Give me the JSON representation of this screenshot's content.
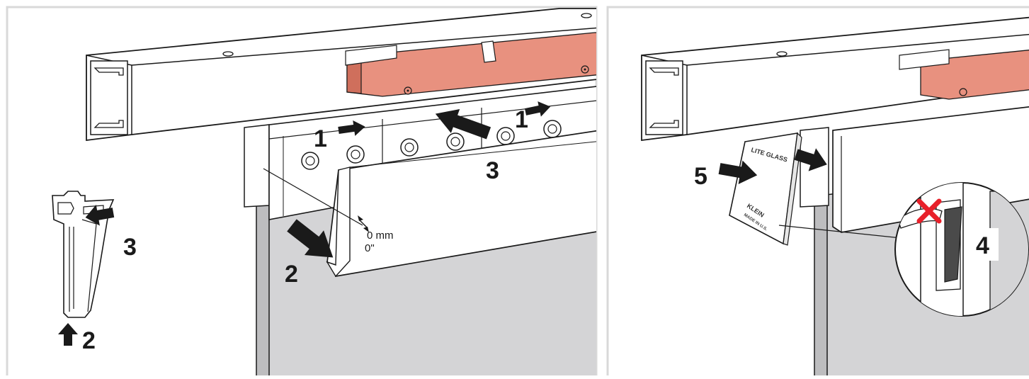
{
  "colors": {
    "background": "#ffffff",
    "frame_border": "#d9d9d9",
    "line": "#1a1a1a",
    "carriage": "#e8917f",
    "carriage_dark": "#cf6f5c",
    "glass": "#d4d4d6",
    "warning_x": "#e8202a"
  },
  "left_panel": {
    "callouts": {
      "c1a": "1",
      "c1b": "1",
      "c2": "2",
      "c3": "3"
    },
    "gap_label": "0 mm",
    "gap_label_inch": "0\""
  },
  "profile_detail": {
    "c3": "3",
    "c2": "2"
  },
  "right_panel": {
    "c5": "5",
    "c4": "4",
    "lite_glass_label": "LITE GLASS",
    "brand_label": "KLEIN",
    "brand_sub": "MADE IN U.S."
  },
  "icons": [
    "arrow-icon",
    "screw-icon",
    "cross-icon"
  ]
}
